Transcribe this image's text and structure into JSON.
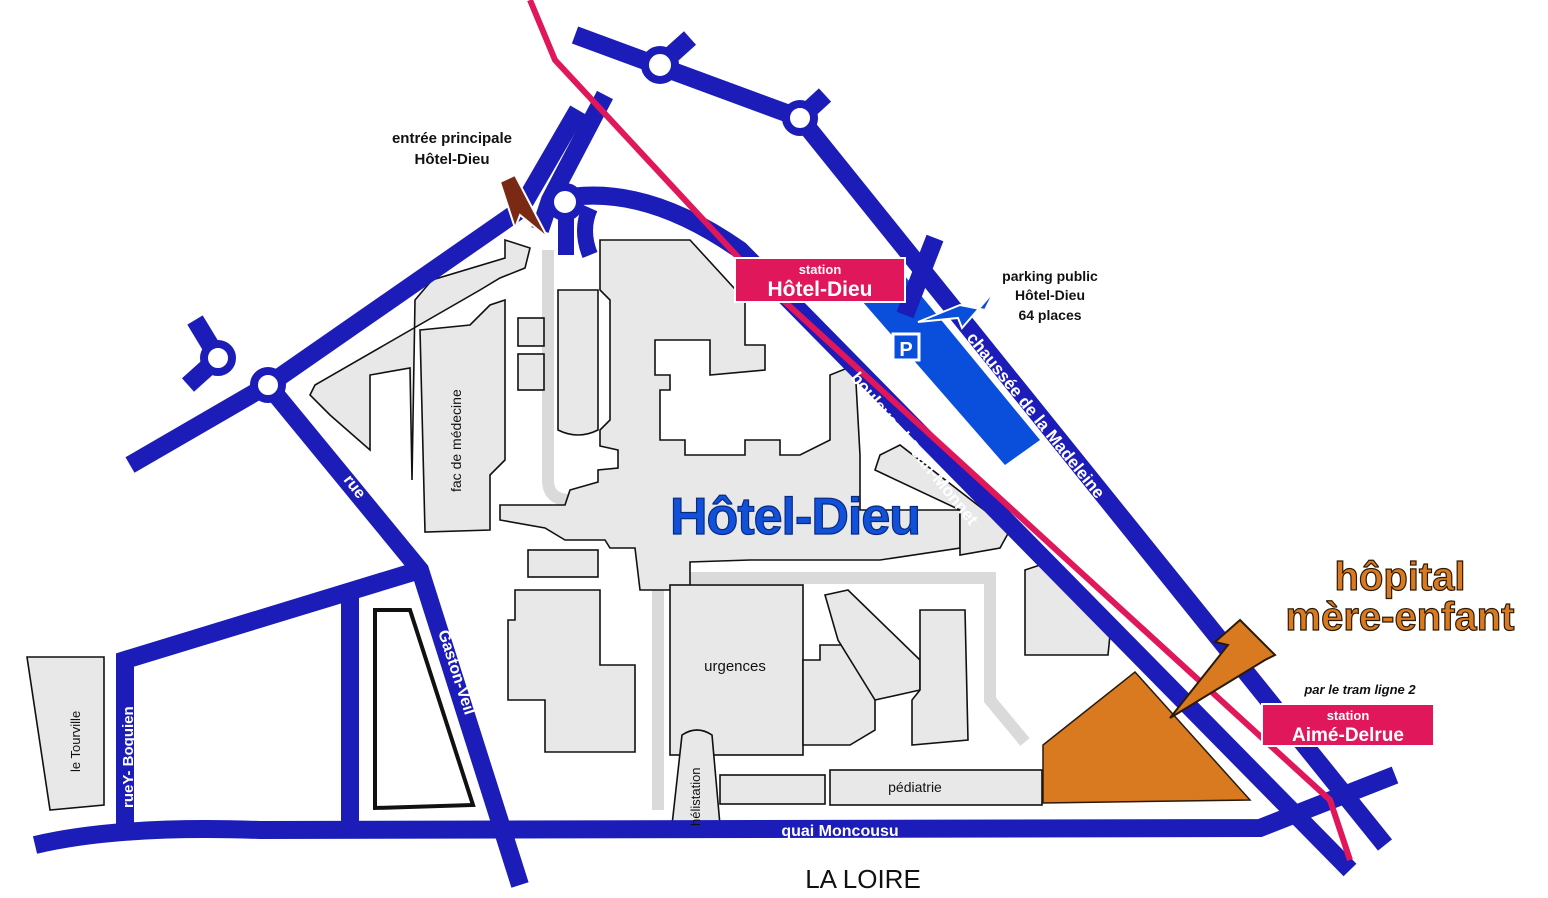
{
  "map": {
    "main_title": "Hôtel-Dieu",
    "entrance_label": [
      "entrée principale",
      "Hôtel-Dieu"
    ],
    "station_hotel_dieu": [
      "station",
      "Hôtel-Dieu"
    ],
    "parking_label": [
      "parking public",
      "Hôtel-Dieu",
      "64 places"
    ],
    "parking_icon": "P",
    "station_aime_delrue": [
      "station",
      "Aimé-Delrue"
    ],
    "tram_note": "par le tram ligne 2",
    "mother_child_hospital": [
      "hôpital",
      "mère-enfant"
    ],
    "buildings": {
      "medicine_faculty": "fac de médecine",
      "emergency": "urgences",
      "pediatrics": "pédiatrie",
      "heliport": "hélistation",
      "tourville": "le Tourville"
    },
    "streets": {
      "boulevard": "boulevard Jean-Monnet",
      "chaussee": "chaussée de la Madeleine",
      "rue": "rue",
      "gaston_veil": "Gaston-Veil",
      "yves_boquien": "rueY- Boquien",
      "quai": "quai Moncousu"
    },
    "river": "LA LOIRE",
    "colors": {
      "road": "#1c1cb8",
      "tram": "#e0175a",
      "station_bg": "#e0175a",
      "parking": "#0a4fdc",
      "entrance_arrow": "#7a2a14",
      "parking_arrow": "#0a4fdc",
      "hospital": "#d97a20",
      "title": "#1150d8",
      "building": "#e8e8e8"
    }
  }
}
